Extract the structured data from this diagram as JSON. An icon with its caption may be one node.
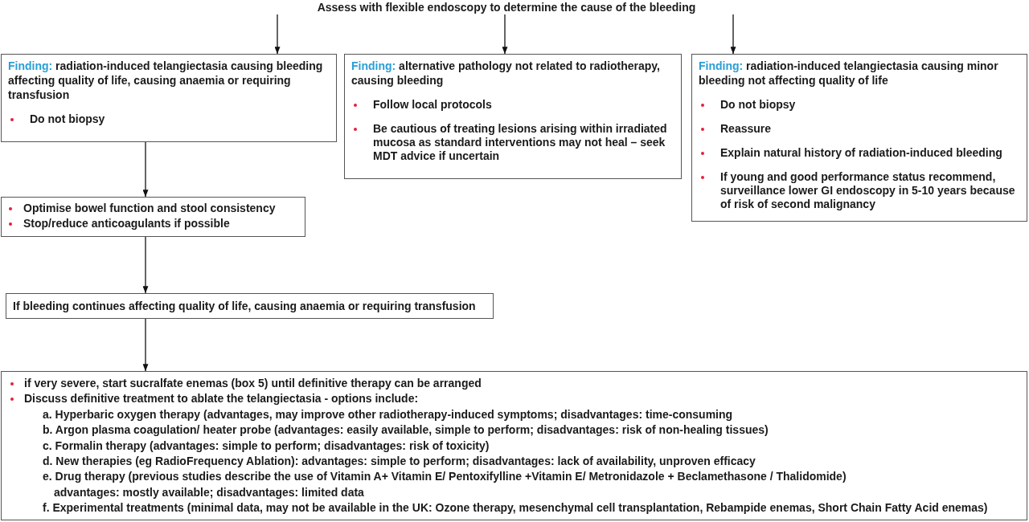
{
  "diagram": {
    "nodes": [
      {
        "text": [
          "Assess with flexible endoscopy to determine the cause of the bleeding"
        ]
      },
      {
        "text": [
          "Finding:",
          "radiation-induced telangiectasia causing bleeding affecting quality of life, causing anaemia or requiring transfusion",
          "Do not biopsy"
        ]
      },
      {
        "text": [
          "Finding:",
          "alternative pathology not related to radiotherapy, causing bleeding",
          "Follow local protocols",
          "Be cautious of treating lesions arising within irradiated mucosa as standard interventions may not heal – seek MDT advice if uncertain"
        ]
      },
      {
        "text": [
          "Finding:",
          "radiation-induced telangiectasia causing minor bleeding not affecting quality of life",
          "Do not biopsy",
          "Reassure",
          "Explain natural history of radiation-induced bleeding",
          "If young and good performance status recommend, surveillance lower GI endoscopy in 5-10 years because of risk of second malignancy"
        ]
      },
      {
        "text": [
          "Optimise bowel function and stool consistency",
          "Stop/reduce anticoagulants if possible"
        ]
      },
      {
        "text": [
          "If bleeding continues affecting quality of life, causing anaemia or requiring transfusion"
        ]
      },
      {
        "text": [
          "if very severe, start sucralfate enemas (box 5) until definitive therapy can be arranged",
          "Discuss definitive treatment to ablate the telangiectasia - options include:",
          "a. Hyperbaric oxygen therapy (advantages, may improve other radiotherapy-induced symptoms; disadvantages: time-consuming",
          "b. Argon plasma coagulation/ heater probe (advantages: easily available, simple to perform; disadvantages: risk of non-healing tissues)",
          "c. Formalin therapy (advantages: simple to perform; disadvantages: risk of toxicity)",
          "d. New therapies (eg RadioFrequency Ablation): advantages: simple to perform; disadvantages: lack of availability, unproven efficacy",
          "e. Drug therapy (previous studies describe the use of Vitamin A+ Vitamin E/ Pentoxifylline +Vitamin E/ Metronidazole + Beclamethasone / Thalidomide) advantages: mostly available; disadvantages: limited data",
          "f. Experimental treatments (minimal data, may not be available in the UK: Ozone therapy, mesenchymal cell transplantation, Rebampide enemas, Short Chain Fatty Acid enemas)"
        ]
      }
    ],
    "edges": [
      {
        "from": 0,
        "to": 1,
        "arrow": "to"
      },
      {
        "from": 0,
        "to": 2,
        "arrow": "to"
      },
      {
        "from": 0,
        "to": 3,
        "arrow": "to"
      },
      {
        "from": 1,
        "to": 4,
        "arrow": "to"
      },
      {
        "from": 4,
        "to": 5,
        "arrow": "to"
      },
      {
        "from": 5,
        "to": 6,
        "arrow": "to"
      }
    ]
  }
}
